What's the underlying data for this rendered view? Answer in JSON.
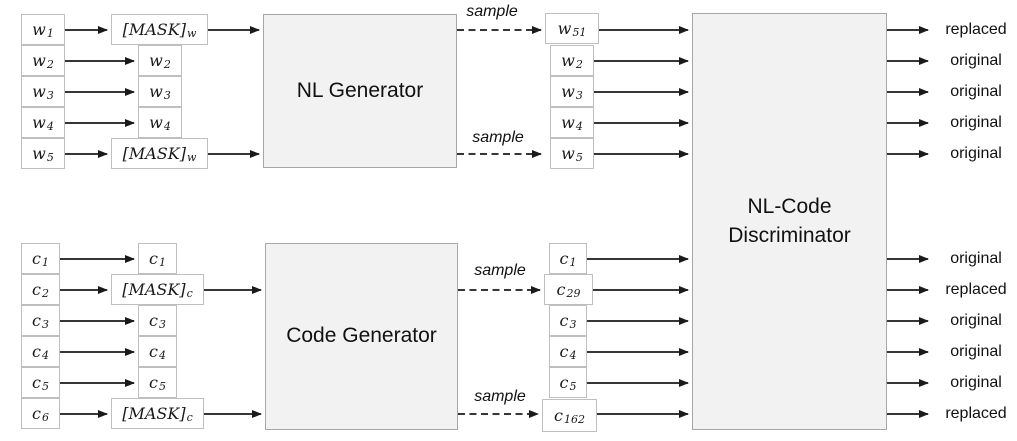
{
  "nl": {
    "inputs": [
      {
        "base": "w",
        "sub": "1"
      },
      {
        "base": "w",
        "sub": "2"
      },
      {
        "base": "w",
        "sub": "3"
      },
      {
        "base": "w",
        "sub": "4"
      },
      {
        "base": "w",
        "sub": "5"
      }
    ],
    "masked": [
      {
        "base": "[MASK]",
        "sub": "w"
      },
      {
        "base": "w",
        "sub": "2"
      },
      {
        "base": "w",
        "sub": "3"
      },
      {
        "base": "w",
        "sub": "4"
      },
      {
        "base": "[MASK]",
        "sub": "w"
      }
    ],
    "generator_label": "NL Generator",
    "sample_label": "sample",
    "sampled": [
      {
        "base": "w",
        "sub": "51"
      },
      {
        "base": "w",
        "sub": "2"
      },
      {
        "base": "w",
        "sub": "3"
      },
      {
        "base": "w",
        "sub": "4"
      },
      {
        "base": "w",
        "sub": "5"
      }
    ],
    "outputs": [
      "replaced",
      "original",
      "original",
      "original",
      "original"
    ]
  },
  "code": {
    "inputs": [
      {
        "base": "c",
        "sub": "1"
      },
      {
        "base": "c",
        "sub": "2"
      },
      {
        "base": "c",
        "sub": "3"
      },
      {
        "base": "c",
        "sub": "4"
      },
      {
        "base": "c",
        "sub": "5"
      },
      {
        "base": "c",
        "sub": "6"
      }
    ],
    "masked": [
      {
        "base": "c",
        "sub": "1"
      },
      {
        "base": "[MASK]",
        "sub": "c"
      },
      {
        "base": "c",
        "sub": "3"
      },
      {
        "base": "c",
        "sub": "4"
      },
      {
        "base": "c",
        "sub": "5"
      },
      {
        "base": "[MASK]",
        "sub": "c"
      }
    ],
    "generator_label": "Code Generator",
    "sample_label": "sample",
    "sampled": [
      {
        "base": "c",
        "sub": "1"
      },
      {
        "base": "c",
        "sub": "29"
      },
      {
        "base": "c",
        "sub": "3"
      },
      {
        "base": "c",
        "sub": "4"
      },
      {
        "base": "c",
        "sub": "5"
      },
      {
        "base": "c",
        "sub": "162"
      }
    ],
    "outputs": [
      "original",
      "replaced",
      "original",
      "original",
      "original",
      "replaced"
    ]
  },
  "disc": {
    "line1": "NL-Code",
    "line2": "Discriminator"
  },
  "colors": {
    "background": "#ffffff",
    "big_box_fill": "#f2f2f2",
    "big_box_border": "#a6a6a6",
    "token_box_border": "#bfbfbf",
    "arrow": "#1a1a1a",
    "text": "#111111"
  }
}
